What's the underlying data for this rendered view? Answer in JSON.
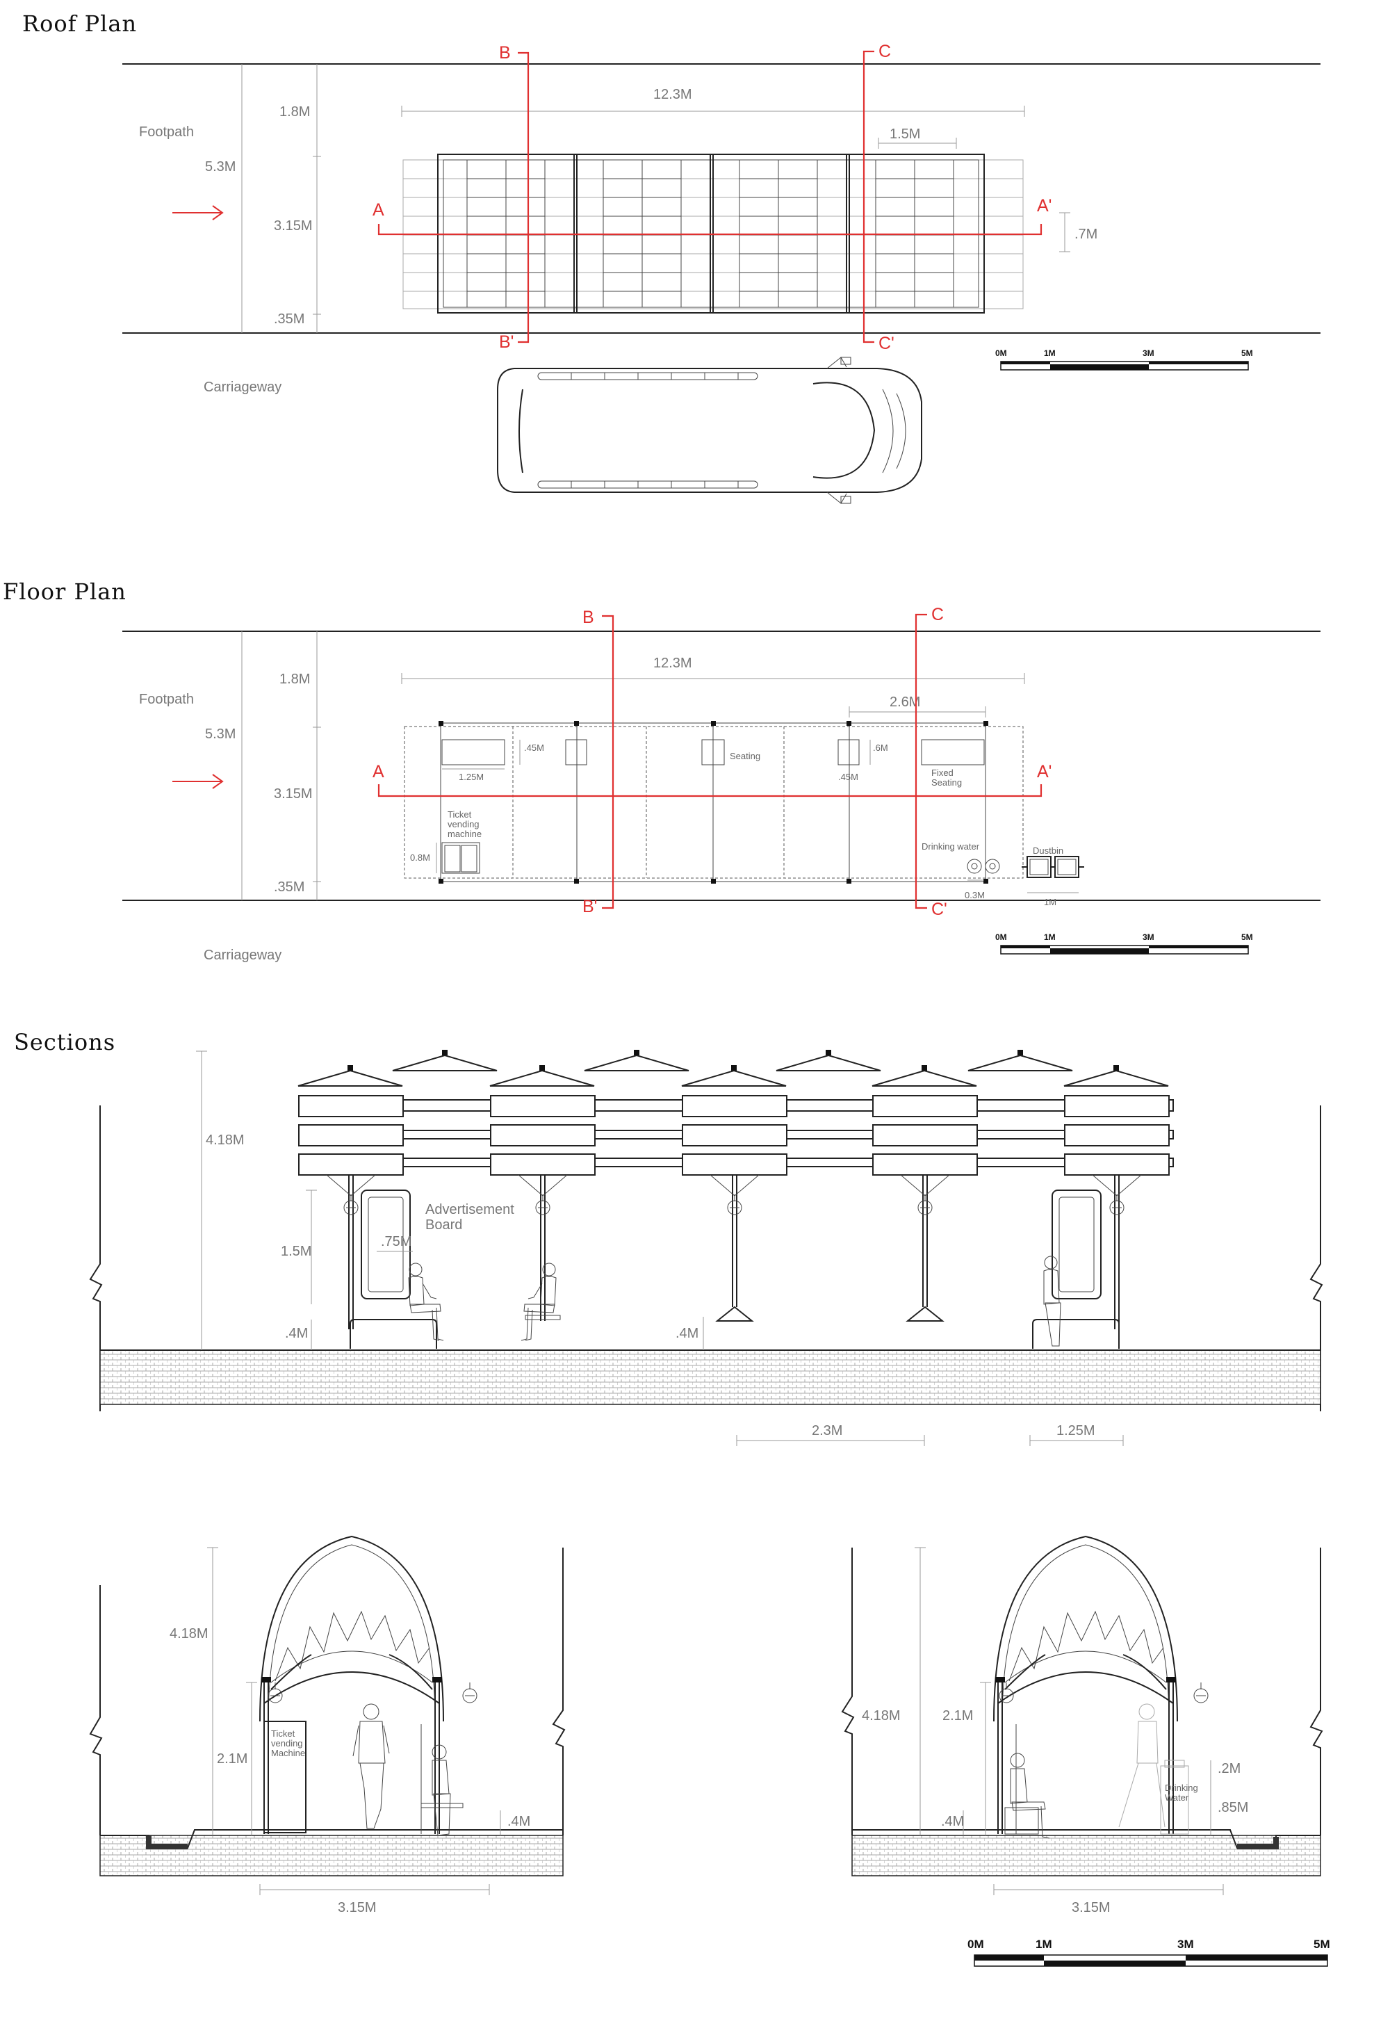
{
  "titles": {
    "roof_plan": "Roof Plan",
    "floor_plan": "Floor Plan",
    "sections": "Sections"
  },
  "roof_plan": {
    "footpath": "Footpath",
    "carriageway": "Carriageway",
    "dim_width_total": "5.3M",
    "dim_footpath": "1.8M",
    "dim_shelter": "3.15M",
    "dim_edge": ".35M",
    "dim_length": "12.3M",
    "dim_module": "1.5M",
    "dim_offset": ".7M",
    "sec_a": "A",
    "sec_a2": "A'",
    "sec_b": "B",
    "sec_b2": "B'",
    "sec_c": "C",
    "sec_c2": "C'"
  },
  "floor_plan": {
    "footpath": "Footpath",
    "carriageway": "Carriageway",
    "dim_width_total": "5.3M",
    "dim_footpath": "1.8M",
    "dim_shelter": "3.15M",
    "dim_edge": ".35M",
    "dim_length": "12.3M",
    "dim_bay": "2.6M",
    "dim_bench": "1.25M",
    "dim_045a": ".45M",
    "dim_045b": ".45M",
    "dim_06": ".6M",
    "dim_08": "0.8M",
    "dim_03": "0.3M",
    "dim_1": "1M",
    "seating": "Seating",
    "fixed_seating_1": "Fixed",
    "fixed_seating_2": "Seating",
    "ticket_1": "Ticket",
    "ticket_2": "vending",
    "ticket_3": "machine",
    "drinking_water": "Drinking water",
    "dustbin": "Dustbin",
    "sec_a": "A",
    "sec_a2": "A'",
    "sec_b": "B",
    "sec_b2": "B'",
    "sec_c": "C",
    "sec_c2": "C'"
  },
  "section_long": {
    "dim_height": "4.18M",
    "dim_board": "1.5M",
    "dim_board_w": ".75M",
    "dim_seat": ".4M",
    "dim_seat2": ".4M",
    "ad_1": "Advertisement",
    "ad_2": "Board",
    "dim_span": "2.3M",
    "dim_bench": "1.25M"
  },
  "section_b": {
    "dim_height": "4.18M",
    "dim_clear": "2.1M",
    "dim_seat": ".4M",
    "dim_width": "3.15M",
    "ticket_1": "Ticket",
    "ticket_2": "vending",
    "ticket_3": "Machine"
  },
  "section_c": {
    "dim_height": "4.18M",
    "dim_clear": "2.1M",
    "dim_seat": ".4M",
    "dim_tap": ".2M",
    "dim_counter": ".85M",
    "dim_width": "3.15M",
    "drink_1": "Drinking",
    "drink_2": "Water"
  },
  "scale_small": {
    "s0": "0M",
    "s1": "1M",
    "s3": "3M",
    "s5": "5M"
  },
  "scale_big": {
    "s0": "0M",
    "s1": "1M",
    "s3": "3M",
    "s5": "5M"
  }
}
